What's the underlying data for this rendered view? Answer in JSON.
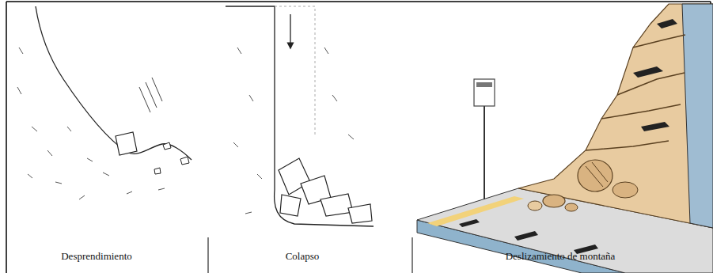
{
  "diagram": {
    "labels": [
      "Desprendimiento",
      "Colapso",
      "Deslizamiento de montaña"
    ]
  }
}
